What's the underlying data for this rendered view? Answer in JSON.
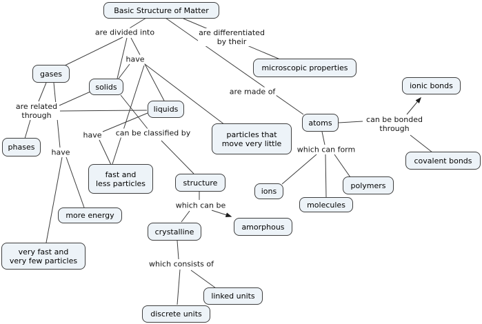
{
  "title": "Basic Structure of Matter concept map",
  "colors": {
    "background": "#ffffff",
    "node_fill": "#edf3f8",
    "node_border": "#3d3d3d",
    "edge_line": "#3b3b3b",
    "text": "#000000"
  },
  "nodes": {
    "bsm": {
      "label": "Basic Structure of Matter"
    },
    "gases": {
      "label": "gases"
    },
    "solids": {
      "label": "solids"
    },
    "liquids": {
      "label": "liquids"
    },
    "microscopic": {
      "label": "microscopic properties"
    },
    "atoms": {
      "label": "atoms"
    },
    "ionic": {
      "label": "ionic bonds"
    },
    "covalent": {
      "label": "covalent bonds"
    },
    "particles": {
      "label": "particles that\nmove very little"
    },
    "phases": {
      "label": "phases"
    },
    "fastless": {
      "label": "fast and\nless particles"
    },
    "structure": {
      "label": "structure"
    },
    "moreenergy": {
      "label": "more energy"
    },
    "veryfast": {
      "label": "very fast and\nvery few particles"
    },
    "crystalline": {
      "label": "crystalline"
    },
    "amorphous": {
      "label": "amorphous"
    },
    "ions": {
      "label": "ions"
    },
    "molecules": {
      "label": "molecules"
    },
    "polymers": {
      "label": "polymers"
    },
    "linked": {
      "label": "linked units"
    },
    "discrete": {
      "label": "discrete units"
    }
  },
  "links": {
    "divided": {
      "label": "are divided into"
    },
    "differentiated": {
      "label": "are differentiated\nby their"
    },
    "have_top": {
      "label": "have"
    },
    "made_of": {
      "label": "are made of"
    },
    "related": {
      "label": "are related\nthrough"
    },
    "have_mid": {
      "label": "have"
    },
    "classified": {
      "label": "can be classified by"
    },
    "have_bot": {
      "label": "have"
    },
    "can_form": {
      "label": "which can form"
    },
    "bonded": {
      "label": "can be bonded\nthrough"
    },
    "can_be": {
      "label": "which can be"
    },
    "consists": {
      "label": "which consists of"
    }
  },
  "edges": [
    {
      "from": "Basic Structure of Matter",
      "label": "are divided into",
      "to": "gases"
    },
    {
      "from": "Basic Structure of Matter",
      "label": "are divided into",
      "to": "solids"
    },
    {
      "from": "Basic Structure of Matter",
      "label": "are divided into",
      "to": "liquids"
    },
    {
      "from": "Basic Structure of Matter",
      "label": "are differentiated by their",
      "to": "microscopic properties"
    },
    {
      "from": "Basic Structure of Matter",
      "label": "are made of",
      "to": "atoms"
    },
    {
      "from": "gases",
      "label": "are related through",
      "to": "phases"
    },
    {
      "from": "solids",
      "label": "are related through",
      "to": "phases"
    },
    {
      "from": "liquids",
      "label": "are related through",
      "to": "phases"
    },
    {
      "from": "gases",
      "label": "have",
      "to": "more energy"
    },
    {
      "from": "gases",
      "label": "have",
      "to": "very fast and very few particles"
    },
    {
      "from": "solids",
      "label": "have",
      "to": "particles that move very little"
    },
    {
      "from": "liquids",
      "label": "have",
      "to": "fast and less particles"
    },
    {
      "from": "solids",
      "label": "can be classified by",
      "to": "structure"
    },
    {
      "from": "atoms",
      "label": "which can form",
      "to": "ions"
    },
    {
      "from": "atoms",
      "label": "which can form",
      "to": "molecules"
    },
    {
      "from": "atoms",
      "label": "which can form",
      "to": "polymers"
    },
    {
      "from": "atoms",
      "label": "can be bonded through",
      "to": "ionic bonds",
      "arrow": true
    },
    {
      "from": "atoms",
      "label": "can be bonded through",
      "to": "covalent bonds"
    },
    {
      "from": "structure",
      "label": "which can be",
      "to": "crystalline"
    },
    {
      "from": "structure",
      "label": "which can be",
      "to": "amorphous",
      "arrow": true
    },
    {
      "from": "crystalline",
      "label": "which consists of",
      "to": "discrete units"
    },
    {
      "from": "crystalline",
      "label": "which consists of",
      "to": "linked units"
    }
  ]
}
